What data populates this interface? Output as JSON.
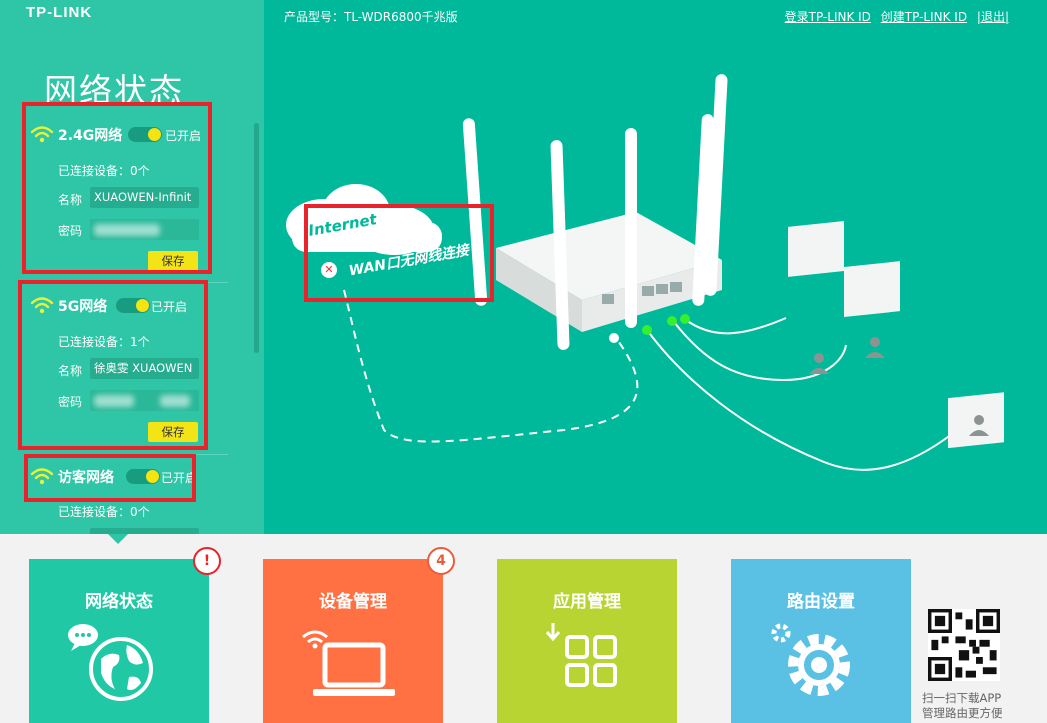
{
  "brand": {
    "logo": "TP-LINK"
  },
  "left_panel": {
    "title": "网络状态",
    "networks": [
      {
        "name": "2.4G网络",
        "status": "已开启",
        "devices": "已连接设备：0个",
        "name_label": "名称",
        "ssid": "XUAOWEN-Infinit",
        "password_label": "密码",
        "save": "保存"
      },
      {
        "name": "5G网络",
        "status": "已开启",
        "devices": "已连接设备：1个",
        "name_label": "名称",
        "ssid": "徐奥雯 XUAOWEN",
        "password_label": "密码",
        "save": "保存"
      },
      {
        "name": "访客网络",
        "status": "已开启",
        "devices": "已连接设备：0个"
      }
    ]
  },
  "header": {
    "model": "产品型号：TL-WDR6800千兆版",
    "links": [
      "登录TP-LINK ID",
      "创建TP-LINK ID",
      "|退出|"
    ]
  },
  "diagram": {
    "internet": "Internet",
    "wan_status": "WAN口无网线连接"
  },
  "tiles": [
    {
      "label": "网络状态",
      "badge": "!",
      "bg": "#20c8a6"
    },
    {
      "label": "设备管理",
      "badge": "4",
      "bg": "#ff7043"
    },
    {
      "label": "应用管理",
      "badge": "",
      "bg": "#b7d432"
    },
    {
      "label": "路由设置",
      "badge": "",
      "bg": "#5ac1e4"
    }
  ],
  "qr_caption": [
    "扫一扫下载APP",
    "管理路由更方便"
  ],
  "colors": {
    "teal": "#00b99a",
    "panel": "#2ec6a6",
    "highlight": "#e8232b",
    "toggle": "#f5e40f",
    "save": "#f3e415"
  }
}
